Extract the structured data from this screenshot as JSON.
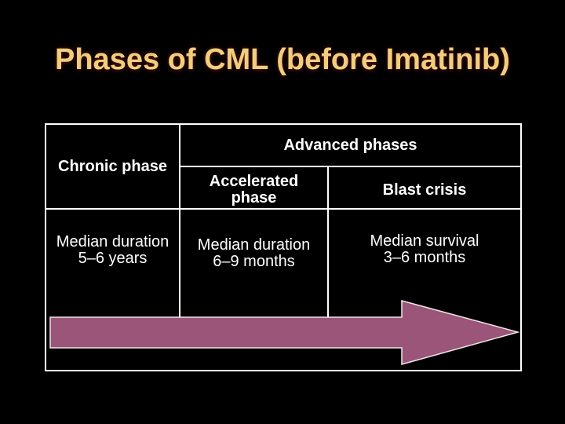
{
  "slide_title": "Phases of CML (before Imatinib)",
  "colors": {
    "background": "#000000",
    "title_color": "#F2CE7C",
    "table_border": "#FFFFFF",
    "table_text": "#FFFFFF",
    "arrow_fill": "#9A5578",
    "arrow_outline": "#F0E6EC"
  },
  "table": {
    "chronic_header": "Chronic phase",
    "advanced_header": "Advanced phases",
    "accelerated_header": "Accelerated phase",
    "blast_header": "Blast crisis",
    "chronic_body": {
      "line1": "Median duration",
      "line2": "5–6 years"
    },
    "accelerated_body": {
      "line1": "Median duration",
      "line2": "6–9 months"
    },
    "blast_body": {
      "line1": "Median survival",
      "line2": "3–6 months"
    }
  }
}
